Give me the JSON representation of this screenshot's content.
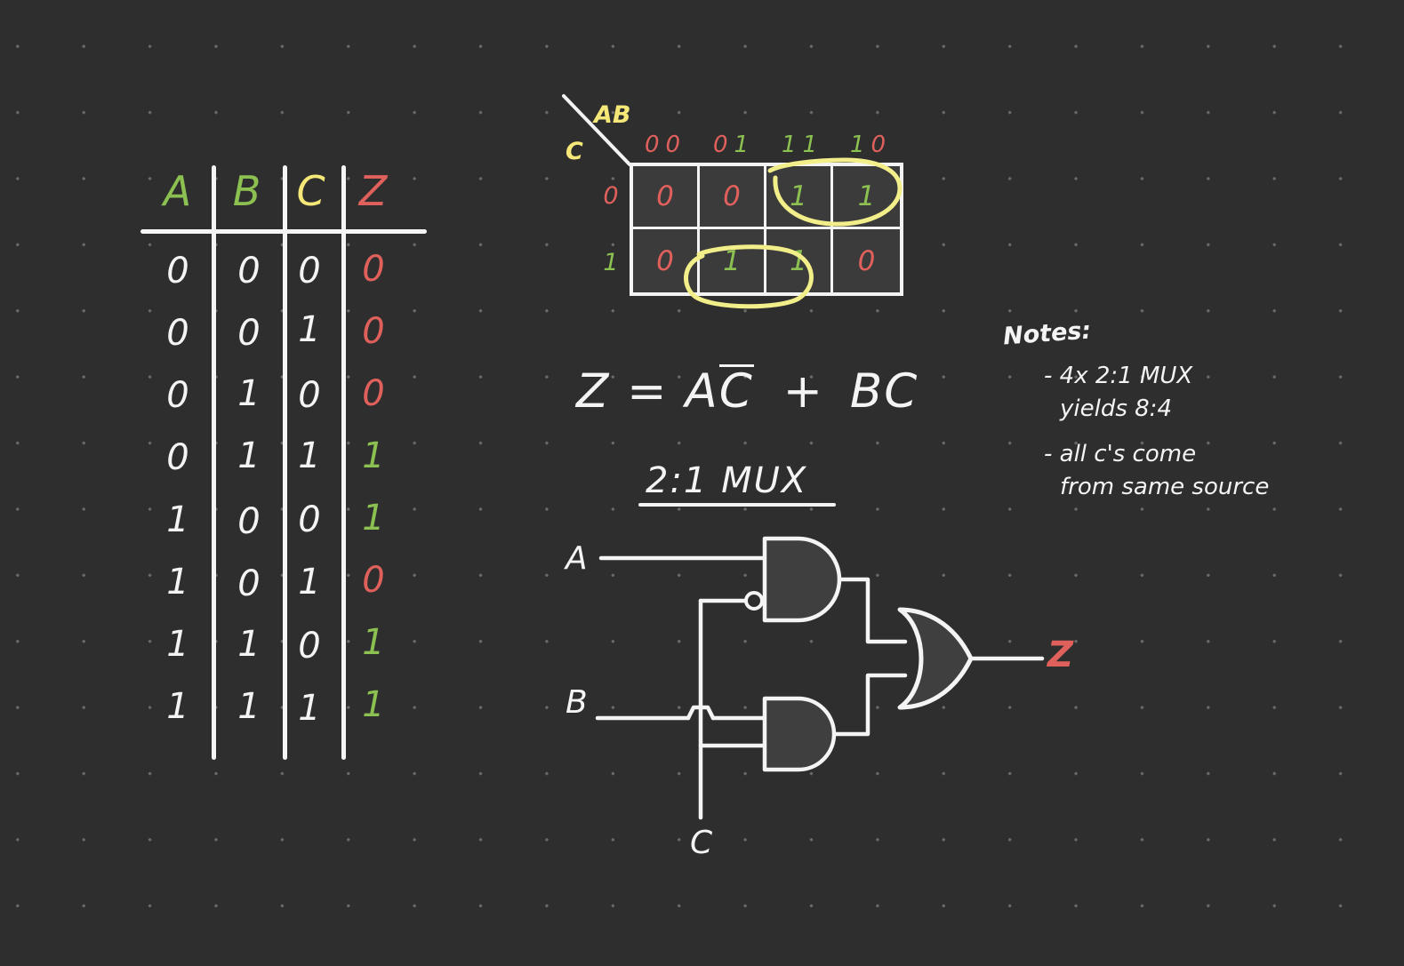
{
  "palette": {
    "background": "#2e2e2e",
    "ink_white": "#f4f4f4",
    "green": "#8cc152",
    "yellow": "#f5e878",
    "red": "#e0605c",
    "cell_fill": "#3b3b3b",
    "dot_grid": "#6a6a6a"
  },
  "truth_table": {
    "headers": [
      "A",
      "B",
      "C",
      "Z"
    ],
    "header_colors": [
      "#8cc152",
      "#8cc152",
      "#f5e878",
      "#e0605c"
    ],
    "rows": [
      {
        "A": "0",
        "B": "0",
        "C": "0",
        "Z": "0",
        "z_color": "#e0605c"
      },
      {
        "A": "0",
        "B": "0",
        "C": "1",
        "Z": "0",
        "z_color": "#e0605c"
      },
      {
        "A": "0",
        "B": "1",
        "C": "0",
        "Z": "0",
        "z_color": "#e0605c"
      },
      {
        "A": "0",
        "B": "1",
        "C": "1",
        "Z": "1",
        "z_color": "#8cc152"
      },
      {
        "A": "1",
        "B": "0",
        "C": "0",
        "Z": "1",
        "z_color": "#8cc152"
      },
      {
        "A": "1",
        "B": "0",
        "C": "1",
        "Z": "0",
        "z_color": "#e0605c"
      },
      {
        "A": "1",
        "B": "1",
        "C": "0",
        "Z": "1",
        "z_color": "#8cc152"
      },
      {
        "A": "1",
        "B": "1",
        "C": "1",
        "Z": "1",
        "z_color": "#8cc152"
      }
    ]
  },
  "kmap": {
    "axis_top_label": "AB",
    "axis_left_label": "C",
    "column_headers": [
      "00",
      "01",
      "11",
      "10"
    ],
    "row_headers": [
      "0",
      "1"
    ],
    "cells": [
      {
        "value": "0",
        "color": "#e0605c"
      },
      {
        "value": "0",
        "color": "#e0605c"
      },
      {
        "value": "1",
        "color": "#8cc152"
      },
      {
        "value": "1",
        "color": "#8cc152"
      },
      {
        "value": "0",
        "color": "#e0605c"
      },
      {
        "value": "1",
        "color": "#8cc152"
      },
      {
        "value": "1",
        "color": "#8cc152"
      },
      {
        "value": "0",
        "color": "#e0605c"
      }
    ],
    "groups": [
      {
        "name": "A-Cbar-group",
        "cells": [
          "11/C=0",
          "10/C=0"
        ]
      },
      {
        "name": "BC-group",
        "cells": [
          "01/C=1",
          "11/C=1"
        ]
      }
    ]
  },
  "equation": {
    "lhs": "Z",
    "equals": "=",
    "term1_a": "A",
    "term1_cbar": "C",
    "plus": "+",
    "term2": "BC",
    "full_text": "Z = AC̅ + BC"
  },
  "mux": {
    "title": "2:1 MUX",
    "inputs": [
      "A",
      "B",
      "C"
    ],
    "output": "Z",
    "gates": [
      "and-gate-top",
      "and-gate-bottom",
      "or-gate"
    ],
    "inverting_bubble_on": "and-gate-top-lower-input"
  },
  "notes": {
    "title": "Notes:",
    "items": [
      {
        "line1": "- 4x 2:1 MUX",
        "line2": "yields 8:4"
      },
      {
        "line1": "- all c's come",
        "line2": "from same source"
      }
    ]
  }
}
